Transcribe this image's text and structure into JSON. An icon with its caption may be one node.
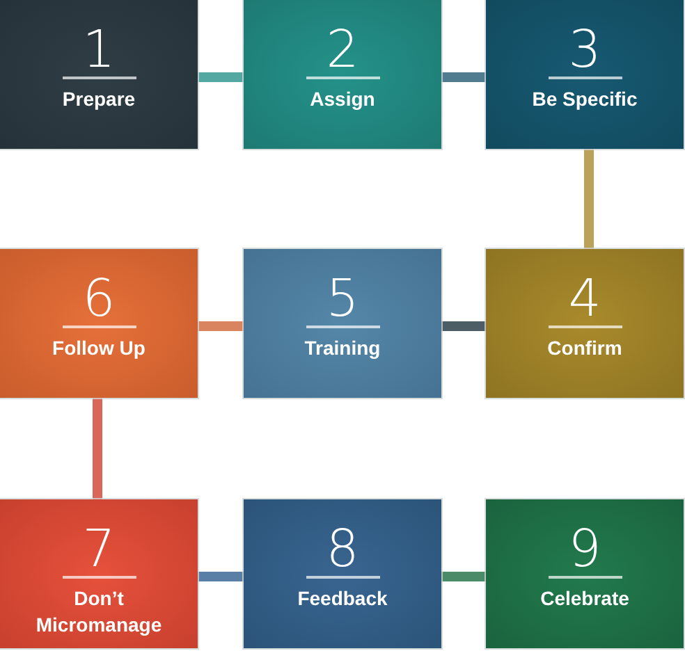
{
  "diagram": {
    "nodes": [
      {
        "text": [
          "1",
          "Prepare"
        ]
      },
      {
        "text": [
          "2",
          "Assign"
        ]
      },
      {
        "text": [
          "3",
          "Be Specific"
        ]
      },
      {
        "text": [
          "4",
          "Confirm"
        ]
      },
      {
        "text": [
          "5",
          "Training"
        ]
      },
      {
        "text": [
          "6",
          "Follow Up"
        ]
      },
      {
        "text": [
          "7",
          "Don’t Micromanage"
        ]
      },
      {
        "text": [
          "8",
          "Feedback"
        ]
      },
      {
        "text": [
          "9",
          "Celebrate"
        ]
      }
    ],
    "edges": [
      {
        "from": 0,
        "to": 1,
        "arrow": "none",
        "color": "#53a8a2"
      },
      {
        "from": 1,
        "to": 2,
        "arrow": "none",
        "color": "#517c8f"
      },
      {
        "from": 2,
        "to": 3,
        "arrow": "none",
        "color": "#bba15a"
      },
      {
        "from": 3,
        "to": 4,
        "arrow": "none",
        "color": "#4d5d66"
      },
      {
        "from": 4,
        "to": 5,
        "arrow": "none",
        "color": "#d9845e"
      },
      {
        "from": 5,
        "to": 6,
        "arrow": "none",
        "color": "#d9685a"
      },
      {
        "from": 6,
        "to": 7,
        "arrow": "none",
        "color": "#5a7fa6"
      },
      {
        "from": 7,
        "to": 8,
        "arrow": "none",
        "color": "#4b8b67"
      }
    ]
  }
}
